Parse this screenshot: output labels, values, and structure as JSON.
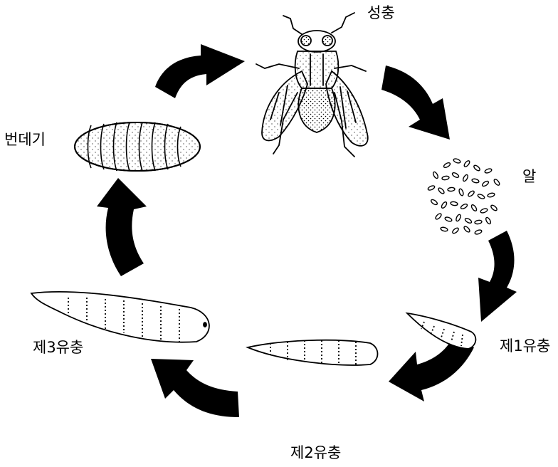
{
  "stages": {
    "adult": "성충",
    "egg": "알",
    "larva1": "제1유충",
    "larva2": "제2유충",
    "larva3": "제3유충",
    "pupa": "번데기"
  },
  "colors": {
    "arrow": "#000000",
    "line": "#000000",
    "background": "#ffffff"
  },
  "icons": [
    "fly-icon",
    "eggs-icon",
    "larva-icon",
    "pupa-icon",
    "cycle-arrow-icon"
  ]
}
